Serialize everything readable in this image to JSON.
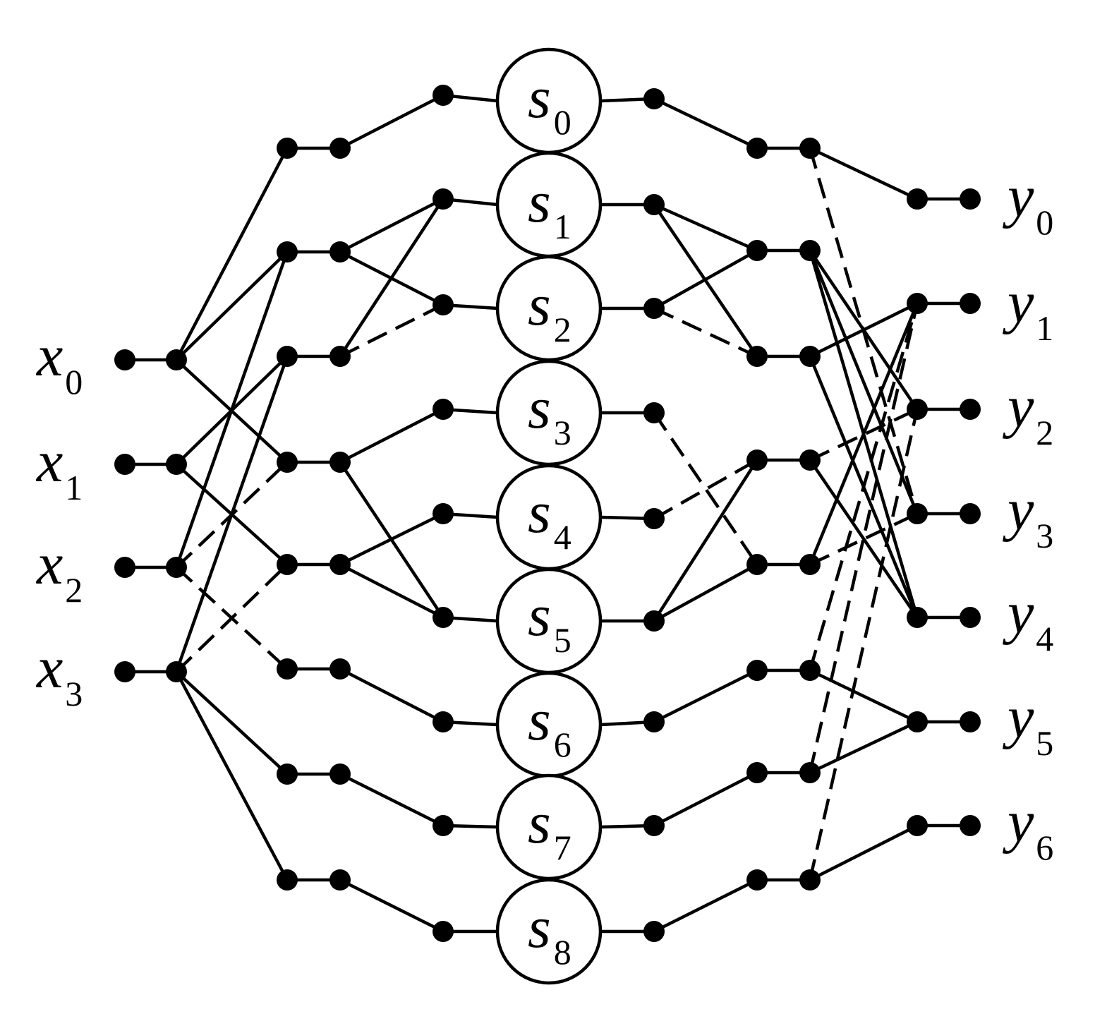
{
  "inputs": [
    {
      "base": "x",
      "sub": "0"
    },
    {
      "base": "x",
      "sub": "1"
    },
    {
      "base": "x",
      "sub": "2"
    },
    {
      "base": "x",
      "sub": "3"
    }
  ],
  "nodes": [
    {
      "base": "s",
      "sub": "0"
    },
    {
      "base": "s",
      "sub": "1"
    },
    {
      "base": "s",
      "sub": "2"
    },
    {
      "base": "s",
      "sub": "3"
    },
    {
      "base": "s",
      "sub": "4"
    },
    {
      "base": "s",
      "sub": "5"
    },
    {
      "base": "s",
      "sub": "6"
    },
    {
      "base": "s",
      "sub": "7"
    },
    {
      "base": "s",
      "sub": "8"
    }
  ],
  "outputs": [
    {
      "base": "y",
      "sub": "0"
    },
    {
      "base": "y",
      "sub": "1"
    },
    {
      "base": "y",
      "sub": "2"
    },
    {
      "base": "y",
      "sub": "3"
    },
    {
      "base": "y",
      "sub": "4"
    },
    {
      "base": "y",
      "sub": "5"
    },
    {
      "base": "y",
      "sub": "6"
    }
  ],
  "colors": {
    "line": "#000000",
    "dot": "#000000",
    "circle_fill": "#ffffff"
  }
}
